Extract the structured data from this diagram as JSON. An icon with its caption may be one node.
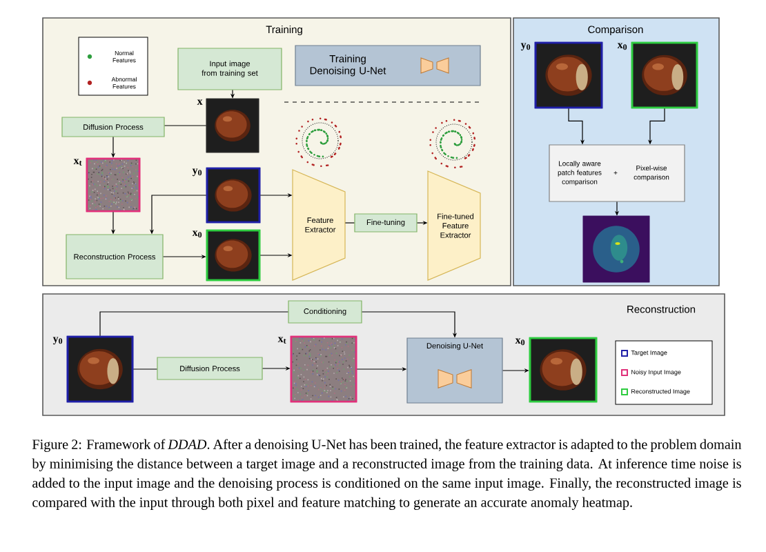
{
  "diagram": {
    "caption": "Figure 2: Framework of *DDAD*. After a denoising U-Net has been trained, the feature extractor is adapted to the problem domain by minimising the distance between a target image and a reconstructed image from the training data. At inference time noise is added to the input image and the denoising process is conditioned on the same input image. Finally, the reconstructed image is compared with the input through both pixel and feature matching to generate an accurate anomaly heatmap.",
    "nodes": [
      {
        "text": [
          "Training"
        ]
      },
      {
        "text": [
          "Input image from training set"
        ],
        "in": 0
      },
      {
        "text": [
          "Training Denoising U-Net"
        ],
        "in": 0
      },
      {
        "text": [
          "Diffusion Process"
        ],
        "in": 0
      },
      {
        "text": [],
        "shape": "picture",
        "beside": [
          "x"
        ],
        "in": 0
      },
      {
        "text": [],
        "shape": "picture",
        "beside": [
          "x$_{t}$"
        ],
        "in": 0
      },
      {
        "text": [],
        "shape": "picture",
        "beside": [
          "y$_{0}$"
        ],
        "in": 0
      },
      {
        "text": [
          "Reconstruction Process"
        ],
        "in": 0
      },
      {
        "text": [],
        "shape": "picture",
        "beside": [
          "x$_{0}$"
        ],
        "in": 0
      },
      {
        "text": [
          "Feature Extractor"
        ],
        "in": 0
      },
      {
        "text": [
          "Fine-tuning"
        ],
        "in": 0
      },
      {
        "text": [
          "Fine-tuned Feature Extractor"
        ],
        "in": 0
      },
      {
        "text": [
          "Comparison"
        ]
      },
      {
        "text": [],
        "shape": "picture",
        "beside": [
          "y$_{0}$"
        ],
        "in": 12
      },
      {
        "text": [],
        "shape": "picture",
        "beside": [
          "x$_{0}$"
        ],
        "in": 12
      },
      {
        "text": [
          "Locally aware patch features comparison",
          "+",
          "Pixel-wise comparison"
        ],
        "in": 12
      },
      {
        "text": [],
        "shape": "picture",
        "in": 12
      },
      {
        "text": [
          "Reconstruction"
        ]
      },
      {
        "text": [],
        "shape": "picture",
        "beside": [
          "y$_{0}$"
        ],
        "in": 17
      },
      {
        "text": [
          "Conditioning"
        ],
        "in": 17
      },
      {
        "text": [
          "Diffusion Process"
        ],
        "in": 17
      },
      {
        "text": [],
        "shape": "picture",
        "beside": [
          "x$_{t}$"
        ],
        "in": 17
      },
      {
        "text": [
          "Denoising U-Net"
        ],
        "in": 17
      },
      {
        "text": [],
        "shape": "picture",
        "beside": [
          "x$_{0}$"
        ],
        "in": 17
      }
    ],
    "edges": [
      {
        "from": 1,
        "to": 4,
        "arrow": "to"
      },
      {
        "from": 4,
        "to": 3,
        "arrow": "none"
      },
      {
        "from": 3,
        "to": 5,
        "arrow": "to"
      },
      {
        "from": 5,
        "to": 7,
        "arrow": "to"
      },
      {
        "from": 6,
        "to": 7,
        "arrow": "to"
      },
      {
        "from": 7,
        "to": 8,
        "arrow": "to"
      },
      {
        "from": 6,
        "to": 9,
        "arrow": "to"
      },
      {
        "from": 8,
        "to": 9,
        "arrow": "to"
      },
      {
        "from": 9,
        "to": 10,
        "arrow": "none"
      },
      {
        "from": 10,
        "to": 11,
        "arrow": "to"
      },
      {
        "from": 13,
        "to": 15,
        "arrow": "to"
      },
      {
        "from": 14,
        "to": 15,
        "arrow": "to"
      },
      {
        "from": 15,
        "to": 16,
        "arrow": "to"
      },
      {
        "from": 18,
        "to": 19,
        "arrow": "none"
      },
      {
        "from": 19,
        "to": 22,
        "arrow": "to"
      },
      {
        "from": 18,
        "to": 20,
        "arrow": "none"
      },
      {
        "from": 20,
        "to": 21,
        "arrow": "to"
      },
      {
        "from": 21,
        "to": 22,
        "arrow": "to"
      },
      {
        "from": 22,
        "to": 23,
        "arrow": "to"
      }
    ],
    "legend": [
      {
        "text": "Normal Features",
        "color": "#2e9e3e"
      },
      {
        "text": "Abnormal Features",
        "color": "#b22222"
      },
      {
        "text": "Target Image",
        "color": "#1f1fa8"
      },
      {
        "text": "Noisy Input Image",
        "color": "#e0307a"
      },
      {
        "text": "Reconstructed Image",
        "color": "#2ecc40"
      }
    ]
  }
}
